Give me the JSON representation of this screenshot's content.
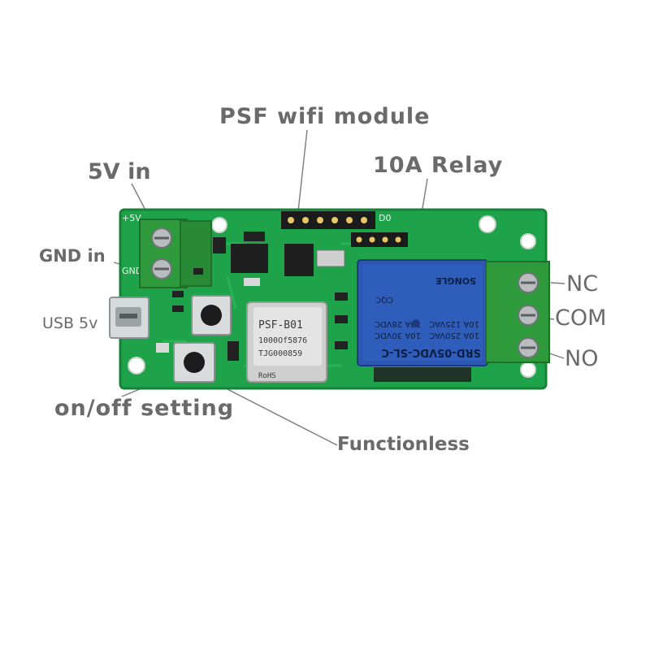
{
  "callouts": {
    "wifi_module": "PSF wifi module",
    "relay": "10A Relay",
    "power_in": "5V in",
    "gnd_in": "GND in",
    "usb": "USB 5v",
    "nc": "NC",
    "com": "COM",
    "no": "NO",
    "onoff": "on/off setting",
    "functionless": "Functionless"
  },
  "board": {
    "silk_5v": "+5V",
    "silk_gnd": "GND",
    "silk_d0": "D0"
  },
  "module": {
    "line1": "PSF-B01",
    "line2": "1000Of5876",
    "line3": "TJG000859",
    "tag": "RoHS"
  },
  "relay": {
    "model": "SRD-05VDC-SL-C",
    "rating1": "10A 250VAC",
    "rating2": "10A 125VAC",
    "rating3": "10A 30VDC",
    "rating4": "10A 28VDC",
    "brand": "SONGLE",
    "cqc": "CQC"
  },
  "colors": {
    "pcb": "#1ea34a",
    "terminal": "#2f9a3c",
    "relay": "#2d57b3",
    "label": "#6a6a6a"
  }
}
